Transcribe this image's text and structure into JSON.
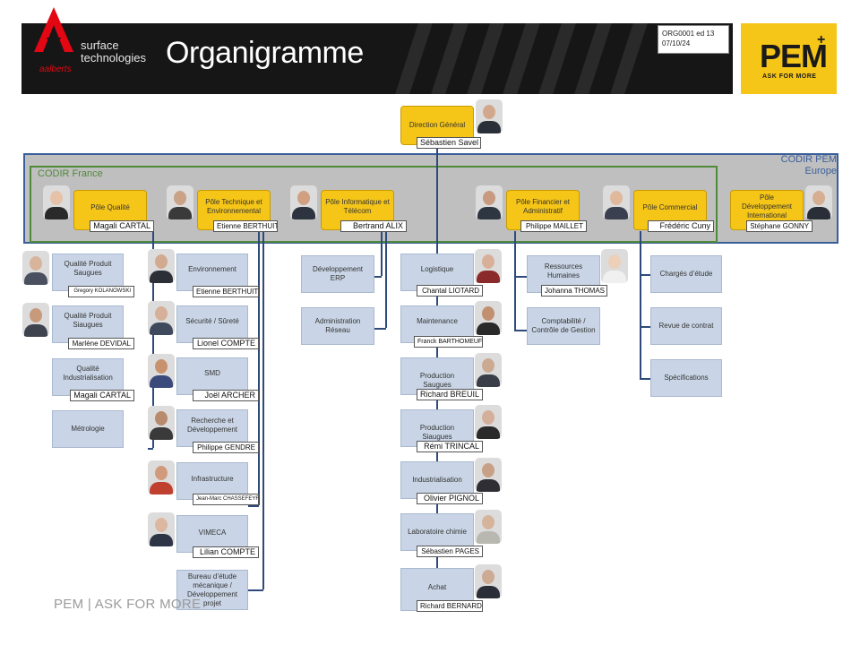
{
  "header": {
    "brand_line1": "surface",
    "brand_line2": "technologies",
    "brand_sub": "aalberts",
    "title": "Organigramme",
    "doc_ref": "ORG0001 ed 13",
    "doc_date": "07/10/24",
    "pem_word": "PEM",
    "pem_tagline": "ASK FOR MORE"
  },
  "groups": {
    "codir_pem": "CODIR PEM Europe",
    "codir_france": "CODIR France"
  },
  "top": {
    "role": "Direction Général",
    "name": "Sébastien Savel"
  },
  "poles": [
    {
      "role": "Pôle Qualité",
      "name": "Magali CARTAL"
    },
    {
      "role": "Pôle Technique et Environnemental",
      "name": "Etienne BERTHUIT"
    },
    {
      "role": "Pôle Informatique et Télécom",
      "name": "Bertrand ALIX"
    },
    {
      "role": "Pôle Financier et Administratif",
      "name": "Philippe MAILLET"
    },
    {
      "role": "Pôle Commercial",
      "name": "Frédéric Cuny"
    },
    {
      "role": "Pôle Développement International",
      "name": "Stéphane GONNY"
    }
  ],
  "quality": [
    {
      "role": "Qualité Produit Saugues",
      "name": "Gregory KOLANOWSKI"
    },
    {
      "role": "Qualité Produit Siaugues",
      "name": "Marlène DEVIDAL"
    },
    {
      "role": "Qualité Industrialisation",
      "name": "Magali CARTAL"
    },
    {
      "role": "Métrologie",
      "name": ""
    }
  ],
  "technique": [
    {
      "role": "Environnement",
      "name": "Etienne BERTHUIT"
    },
    {
      "role": "Sécurité / Sûreté",
      "name": "Lionel COMPTE"
    },
    {
      "role": "SMD",
      "name": "Joël ARCHER"
    },
    {
      "role": "Recherche et Développement",
      "name": "Philippe GENDRE"
    },
    {
      "role": "Infrastructure",
      "name": "Jean-Marc CHASSEFEYRE"
    },
    {
      "role": "VIMECA",
      "name": "Lilian COMPTE"
    },
    {
      "role": "Bureau d’étude mécanique / Développement projet",
      "name": ""
    }
  ],
  "it": [
    {
      "role": "Développement ERP"
    },
    {
      "role": "Administration Réseau"
    }
  ],
  "production": [
    {
      "role": "Logistique",
      "name": "Chantal LIOTARD"
    },
    {
      "role": "Maintenance",
      "name": "Franck BARTHOMEUF"
    },
    {
      "role": "Production Saugues",
      "name": "Richard BREUIL"
    },
    {
      "role": "Production Siaugues",
      "name": "Rémi TRINCAL"
    },
    {
      "role": "Industrialisation",
      "name": "Olivier PIGNOL"
    },
    {
      "role": "Laboratoire chimie",
      "name": "Sébastien PAGES"
    },
    {
      "role": "Achat",
      "name": "Richard BERNARD"
    }
  ],
  "finance": [
    {
      "role": "Ressources Humaines",
      "name": "Johanna THOMAS"
    },
    {
      "role": "Comptabilité / Contrôle de Gestion"
    }
  ],
  "commercial": [
    {
      "role": "Chargés d’étude"
    },
    {
      "role": "Revue de contrat"
    },
    {
      "role": "Spécifications"
    }
  ],
  "footer": "PEM | ASK FOR MORE",
  "colors": {
    "pole": "#f5c518",
    "box": "#c9d5e6",
    "line": "#2e4a7a",
    "codir_pem_border": "#3a5e9a",
    "codir_fr_border": "#4f8a3a"
  }
}
